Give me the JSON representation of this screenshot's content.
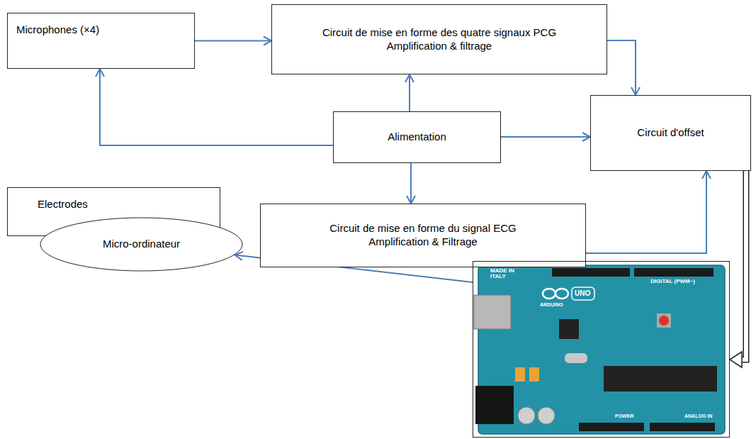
{
  "diagram": {
    "nodes": [
      {
        "text": [
          "Microphones (×4)"
        ]
      },
      {
        "text": [
          "Circuit de mise en forme des quatre signaux PCG",
          "Amplification & filtrage"
        ]
      },
      {
        "text": [
          "Alimentation"
        ]
      },
      {
        "text": [
          "Circuit d'offset"
        ]
      },
      {
        "text": [
          "Electrodes"
        ]
      },
      {
        "text": [
          "Circuit de mise en forme du signal ECG",
          "Amplification & Filtrage"
        ]
      },
      {
        "text": [
          "MADE IN ITALY",
          "DIGITAL (PWM~)",
          "ARDUINO",
          "UNO",
          "POWER",
          "ANALOG IN"
        ]
      },
      {
        "text": [
          "Micro-ordinateur"
        ]
      }
    ],
    "edges": [
      {
        "from": 0,
        "to": 1,
        "arrow": "to"
      },
      {
        "from": 2,
        "to": 0,
        "arrow": "to"
      },
      {
        "from": 2,
        "to": 1,
        "arrow": "to"
      },
      {
        "from": 2,
        "to": 3,
        "arrow": "to"
      },
      {
        "from": 2,
        "to": 5,
        "arrow": "to"
      },
      {
        "from": 1,
        "to": 3,
        "arrow": "to"
      },
      {
        "from": 5,
        "to": 3,
        "arrow": "to"
      },
      {
        "from": 3,
        "to": 6,
        "arrow": "to"
      },
      {
        "from": 6,
        "to": 7,
        "arrow": "to"
      }
    ]
  }
}
